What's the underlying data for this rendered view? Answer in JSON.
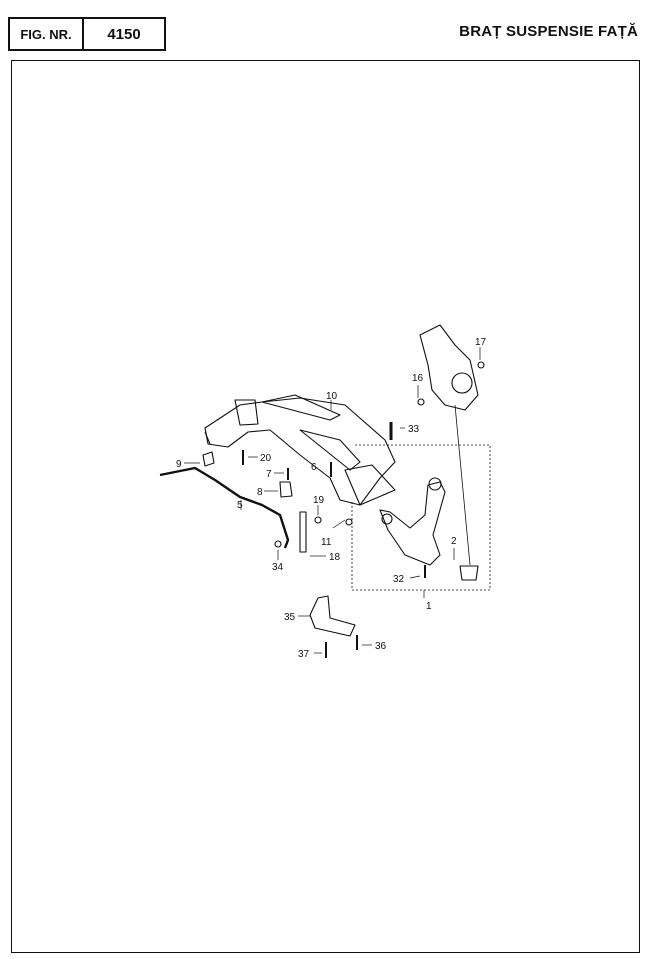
{
  "header": {
    "fig_label": "FIG. NR.",
    "fig_number": "4150",
    "title": "BRAȚ SUSPENSIE FAȚĂ"
  },
  "callouts": [
    "1",
    "2",
    "5",
    "6",
    "7",
    "8",
    "9",
    "10",
    "11",
    "16",
    "17",
    "18",
    "19",
    "20",
    "32",
    "33",
    "34",
    "35",
    "36",
    "37"
  ]
}
